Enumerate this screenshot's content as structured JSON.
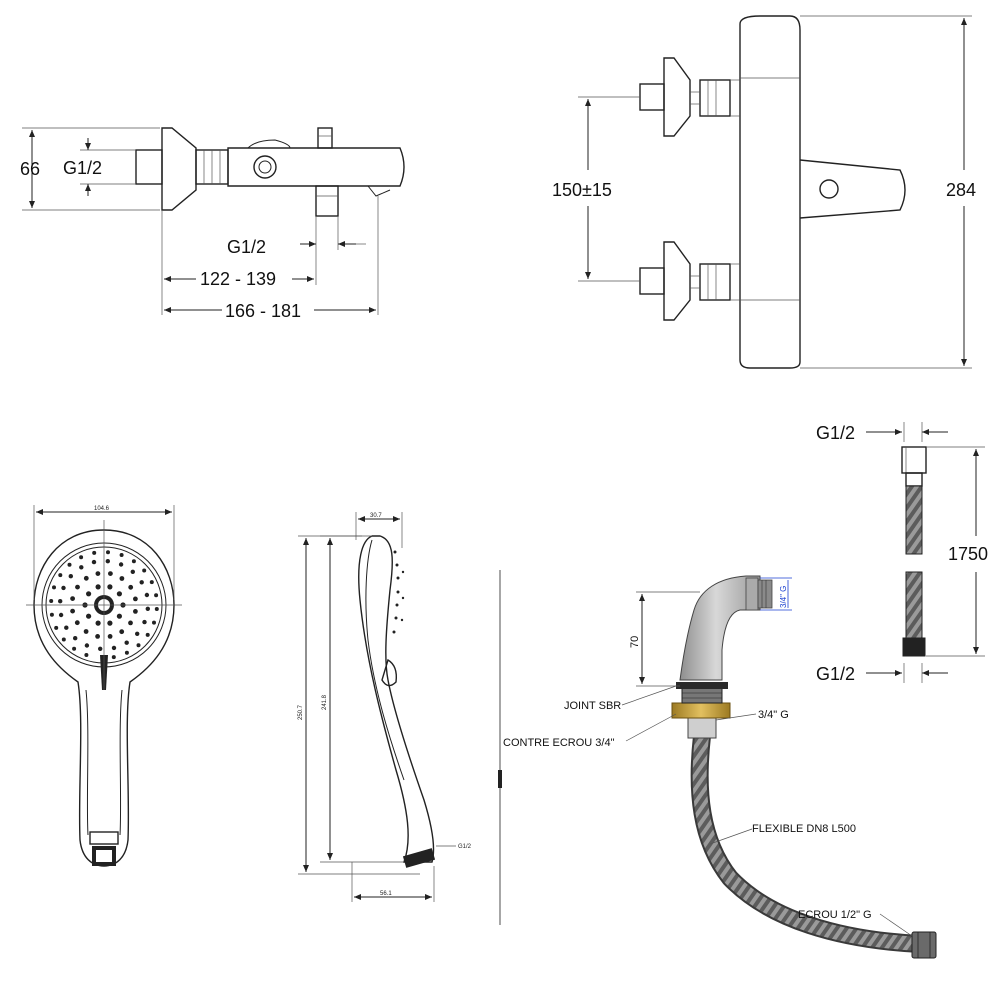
{
  "mixer_top": {
    "height": "66",
    "inlet_thread": "G1/2",
    "outlet_thread": "G1/2",
    "depth_min": "122 - 139",
    "depth_max": "166 - 181"
  },
  "mixer_front": {
    "centers": "150±15",
    "total_height": "284"
  },
  "hose": {
    "thread_top": "G1/2",
    "thread_bottom": "G1/2",
    "length": "1750"
  },
  "handshower_front": {
    "width": "104.6"
  },
  "handshower_side": {
    "head_depth": "30.7",
    "total_length": "250.7",
    "inner_length": "241.8",
    "bottom_width": "56.1",
    "thread": "G1/2"
  },
  "elbow": {
    "height": "70",
    "outlet": "3/4\" G",
    "joint": "JOINT SBR",
    "nut": "CONTRE ECROU 3/4\"",
    "thread": "3/4\" G",
    "flexible": "FLEXIBLE DN8 L500",
    "end_nut": "ECROU 1/2\" G"
  },
  "colors": {
    "line": "#222222",
    "gold": "#c9a23a",
    "blue": "#1a3fd0"
  }
}
